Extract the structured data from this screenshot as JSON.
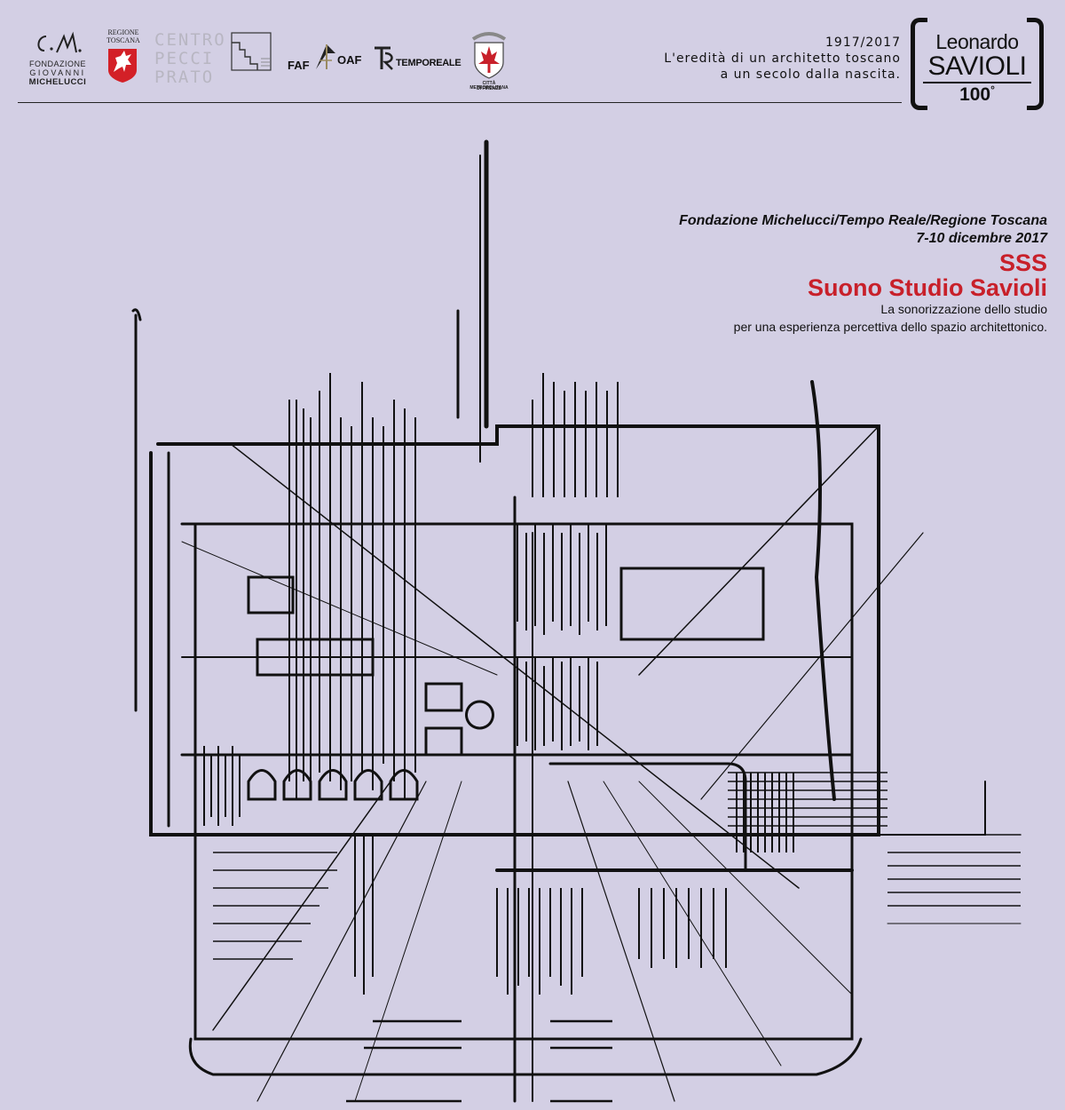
{
  "header": {
    "logos": {
      "michelucci": {
        "line1": "FONDAZIONE",
        "line2": "GIOVANNI",
        "line3": "MICHELUCCI",
        "icon": "michelucci-mark-icon"
      },
      "regione": {
        "line1": "REGIONE",
        "line2": "TOSCANA",
        "icon": "pegasus-shield-icon",
        "color": "#d32027"
      },
      "pecci": {
        "line1": "CENTRO",
        "line2": "PECCI",
        "line3": "PRATO"
      },
      "archivio": {
        "icon": "archivio-stairs-icon"
      },
      "faf_oaf": {
        "faf": "FAF",
        "oaf": "OAF"
      },
      "tempo_reale": {
        "label": "TEMPOREALE"
      },
      "citta": {
        "line1": "CITTÀ METROPOLITANA",
        "line2": "DI FIRENZE",
        "icon": "florence-lily-shield-icon",
        "color": "#c8202a"
      }
    },
    "years": "1917/2017",
    "subtitle_line1": "L'eredità di un architetto toscano",
    "subtitle_line2": "a un secolo dalla nascita."
  },
  "badge": {
    "first": "Leonardo",
    "last": "SAVIOLI",
    "num": "100",
    "sup": "°"
  },
  "event": {
    "organizers": "Fondazione Michelucci/Tempo Reale/Regione Toscana",
    "dates": "7-10 dicembre 2017",
    "short_title": "SSS",
    "title": "Suono Studio Savioli",
    "desc_line1": "La sonorizzazione dello studio",
    "desc_line2": "per una esperienza percettiva dello spazio architettonico.",
    "accent": "#c8202a"
  },
  "artwork": {
    "icon": "architectural-sketch-drawing",
    "ink": "#111111",
    "background": "#d3cfe4"
  }
}
